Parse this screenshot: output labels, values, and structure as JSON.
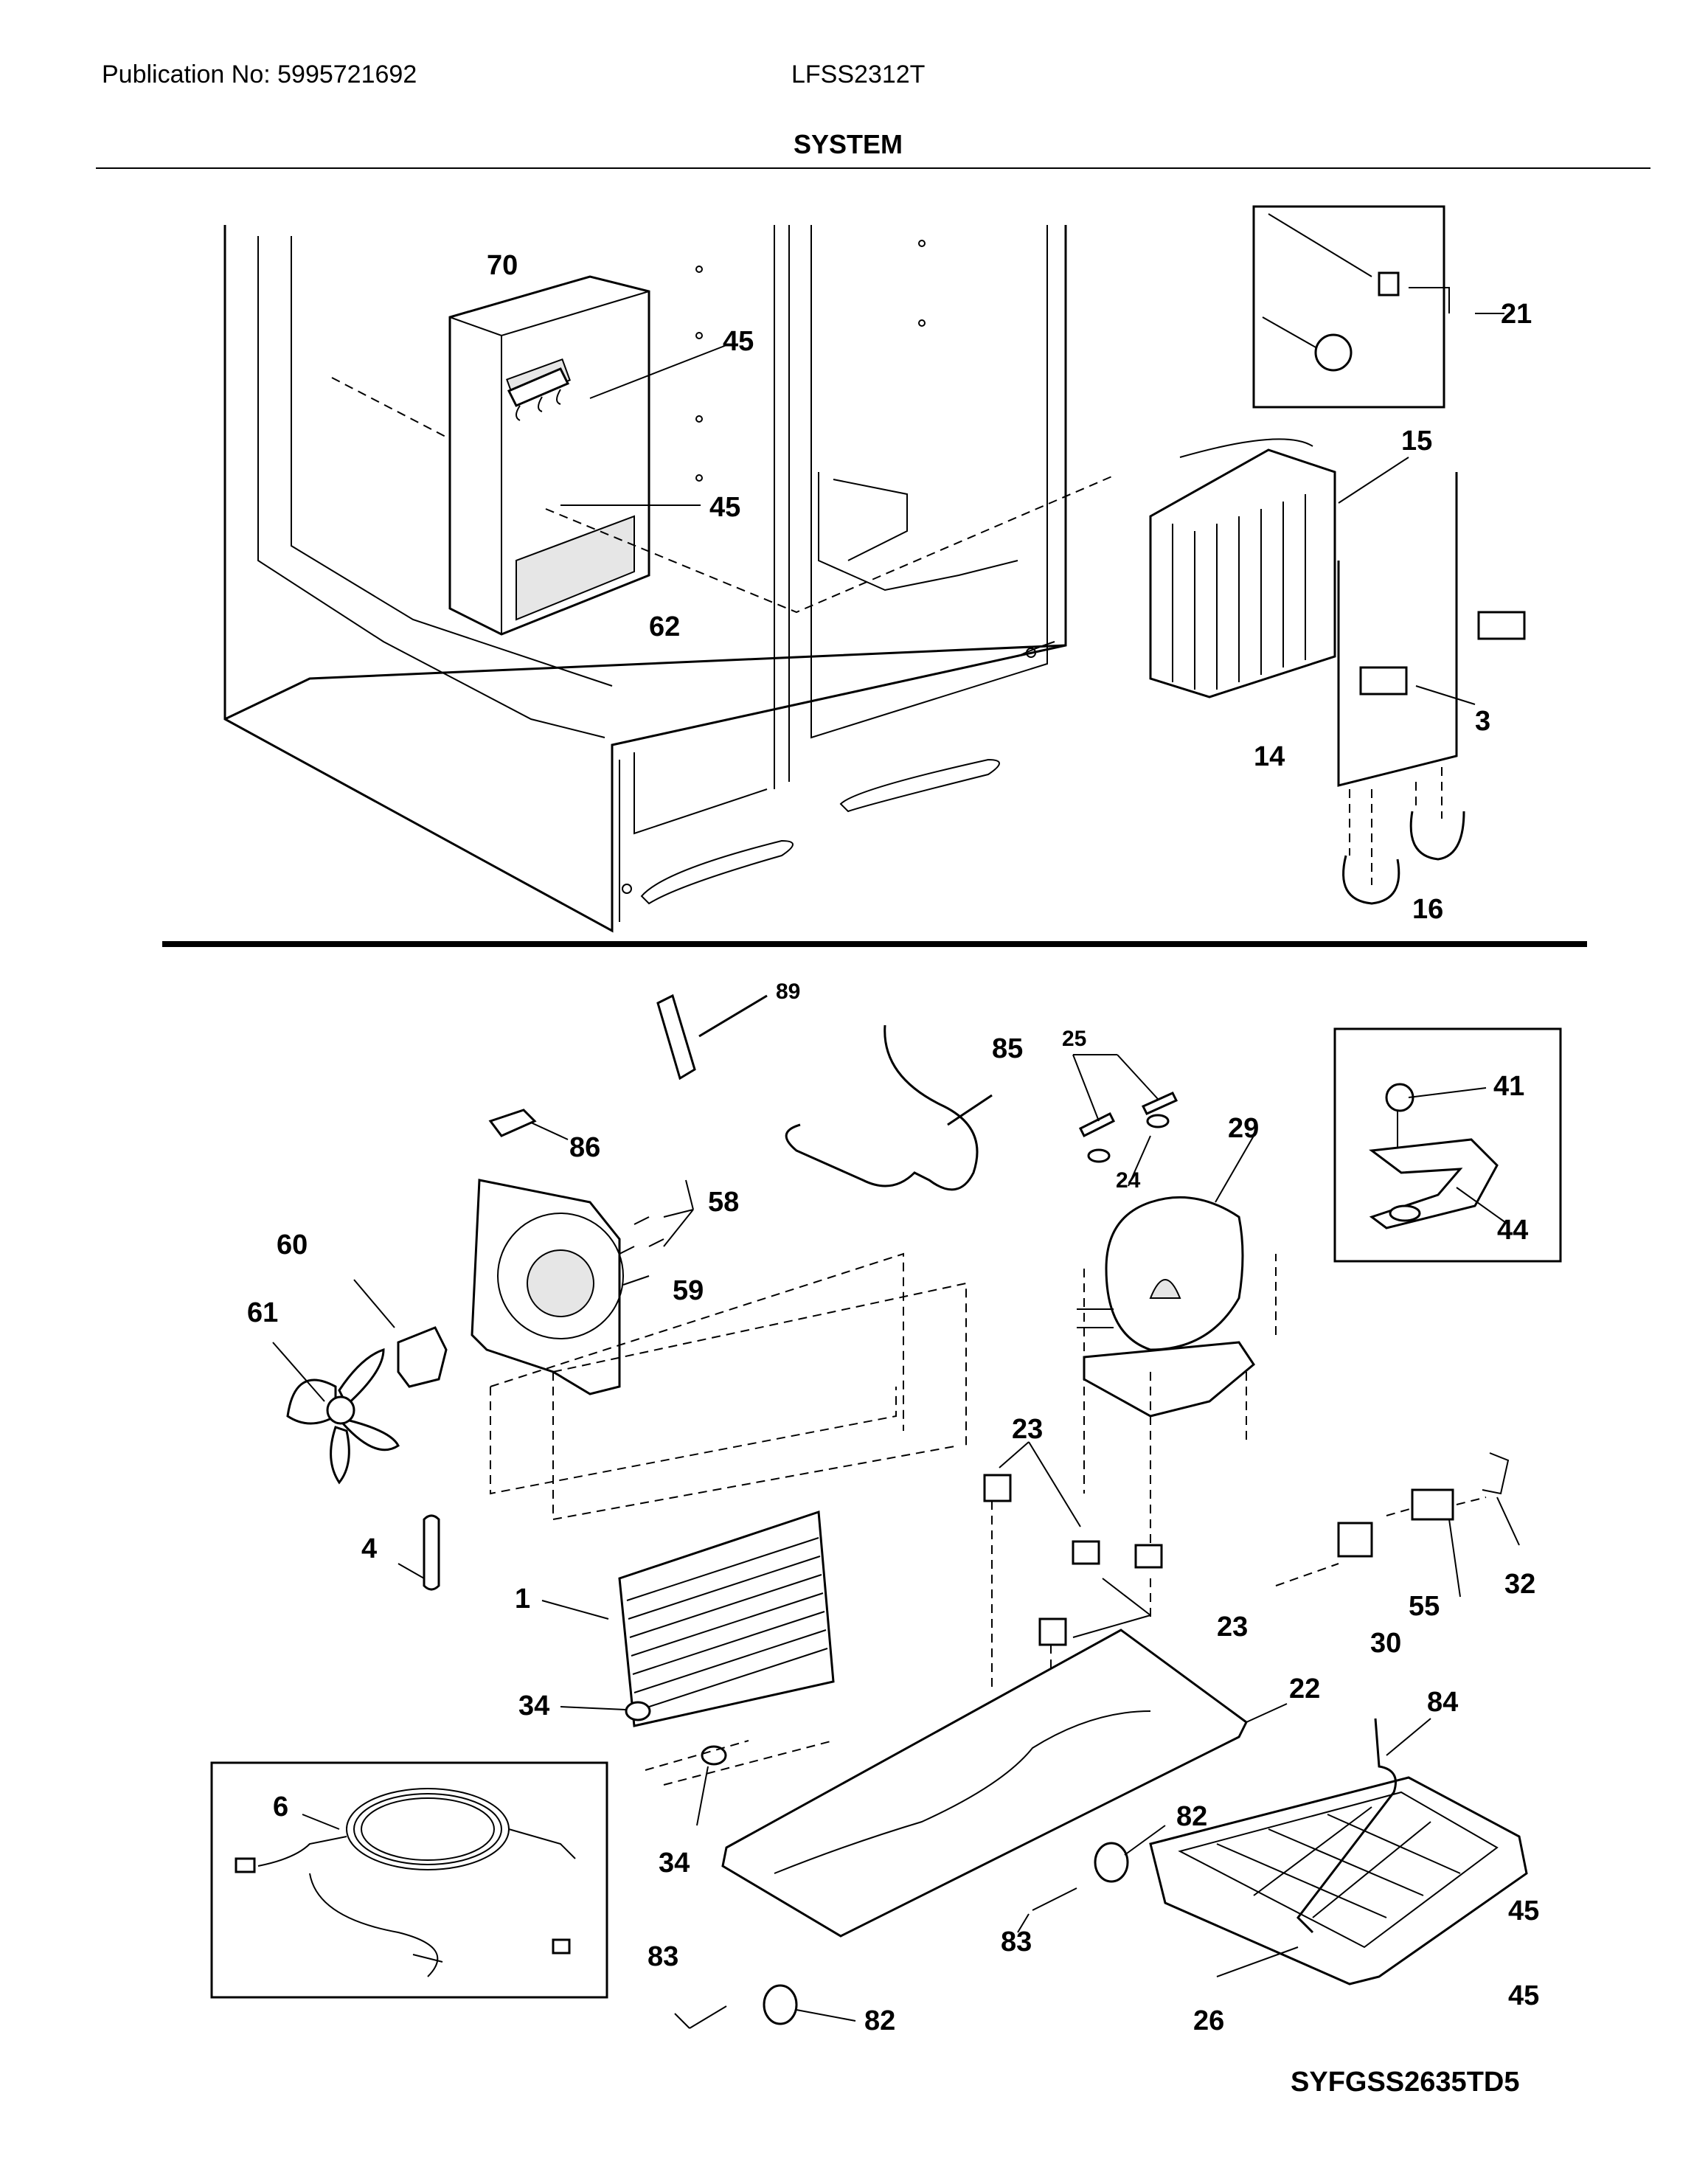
{
  "header": {
    "publication": "Publication No: 5995721692",
    "model": "LFSS2312T",
    "section_title": "SYSTEM"
  },
  "footer": {
    "diagram_code": "SYFGSS2635TD5"
  },
  "callouts": {
    "c70": "70",
    "c45a": "45",
    "c45b": "45",
    "c62": "62",
    "c21": "21",
    "c15": "15",
    "c3": "3",
    "c14": "14",
    "c16": "16",
    "c89": "89",
    "c85": "85",
    "c25": "25",
    "c24": "24",
    "c29": "29",
    "c41": "41",
    "c44": "44",
    "c86": "86",
    "c58": "58",
    "c60": "60",
    "c59": "59",
    "c61": "61",
    "c23a": "23",
    "c23b": "23",
    "c4": "4",
    "c1": "1",
    "c55": "55",
    "c32": "32",
    "c30": "30",
    "c22": "22",
    "c34a": "34",
    "c34b": "34",
    "c84": "84",
    "c6": "6",
    "c82a": "82",
    "c82b": "82",
    "c83a": "83",
    "c83b": "83",
    "c45c": "45",
    "c45d": "45",
    "c26": "26"
  }
}
